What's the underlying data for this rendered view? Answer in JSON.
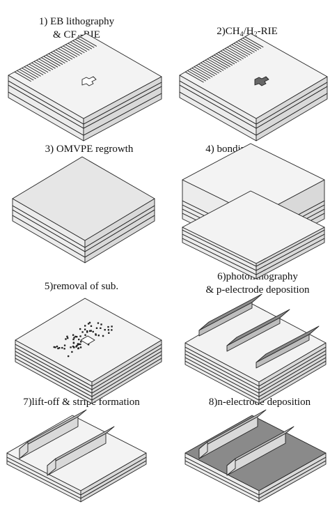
{
  "steps": [
    {
      "num": "1)",
      "line1": "EB lithography",
      "line2_pre": "& CF",
      "line2_sub": "4",
      "line2_post": "-RIE"
    },
    {
      "pre": "2)CH",
      "sub1": "4",
      "mid": "/H",
      "sub2": "2",
      "post": "-RIE"
    },
    {
      "label": "3) OMVPE regrowth"
    },
    {
      "label": "4) bonding"
    },
    {
      "label": "5)removal of sub."
    },
    {
      "line1": "6)photolithography",
      "line2": "& p-electrode deposition"
    },
    {
      "label": "7)lift-off & stripe formation"
    },
    {
      "label": "8)n-electrode deposition"
    }
  ],
  "colors": {
    "top": "#f3f3f3",
    "side": "#d9d9d9",
    "front": "#ececec",
    "regrowth": "#e6e6e6",
    "electrode": "#8a8a8a",
    "stripe": "#bdbdbd"
  }
}
